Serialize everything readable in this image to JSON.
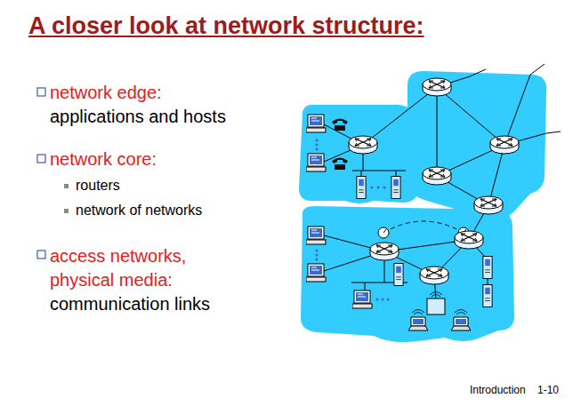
{
  "diagram": {
    "title": "A closer look at network structure:",
    "labels": [
      "network edge:",
      "applications and hosts",
      "network core:",
      "routers",
      "network of networks",
      "access networks, physical media:",
      "communication links",
      "Introduction",
      "1-10"
    ]
  }
}
